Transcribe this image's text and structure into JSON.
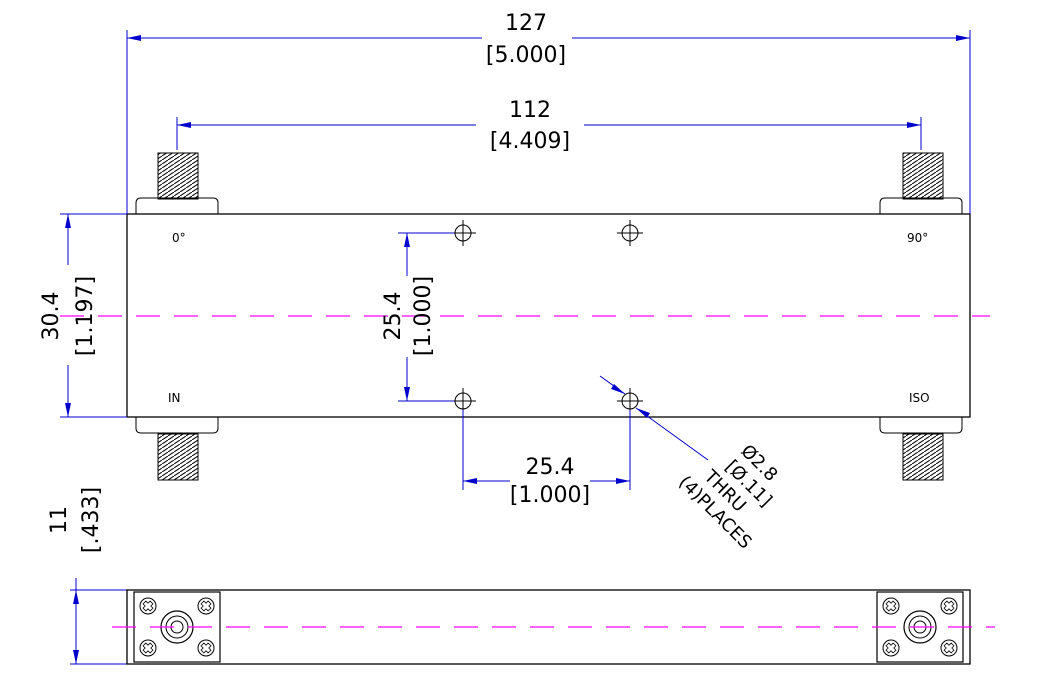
{
  "dimensions": {
    "overall_length": {
      "mm": "127",
      "in": "[5.000]"
    },
    "port_spacing": {
      "mm": "112",
      "in": "[4.409]"
    },
    "body_width": {
      "mm": "30.4",
      "in": "[1.197]"
    },
    "hole_spacing_vertical": {
      "mm": "25.4",
      "in": "[1.000]"
    },
    "hole_spacing_horizontal": {
      "mm": "25.4",
      "in": "[1.000]"
    },
    "height": {
      "mm": "11",
      "in": "[.433]"
    }
  },
  "hole_callout": {
    "diameter_mm": "Ø2.8",
    "diameter_in": "[Ø.11]",
    "thru": "THRU",
    "places": "(4)PLACES"
  },
  "port_labels": {
    "top_left": "0°",
    "top_right": "90°",
    "bottom_left": "IN",
    "bottom_right": "ISO"
  },
  "colors": {
    "dimension_lines": "#0000cc",
    "centerline": "#ff00ff",
    "outline": "#000000"
  }
}
